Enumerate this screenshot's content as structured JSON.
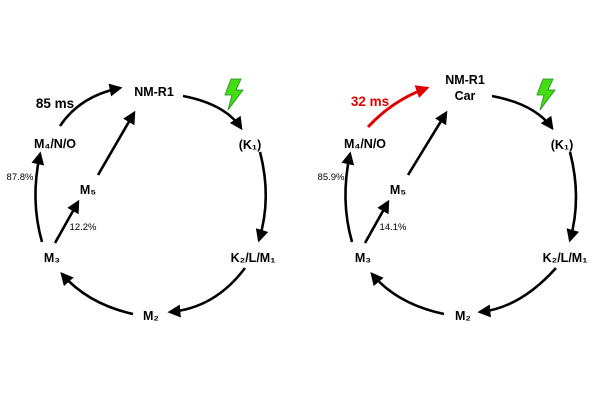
{
  "colors": {
    "arrow": "#000000",
    "highlight": "#e00000",
    "bolt": "#44dd11",
    "bolt_stroke": "#1a8a1a"
  },
  "icons": {
    "light": "lightning-bolt-icon"
  },
  "left": {
    "top": "NM-R1",
    "k1": "(K₁)",
    "k2": "K₂/L/M₁",
    "m2": "M₂",
    "m3": "M₃",
    "m5": "M₅",
    "m4": "M₄/N/O",
    "time": "85 ms",
    "pct_m4": "87.8%",
    "pct_m5": "12.2%"
  },
  "right": {
    "top": "NM-R1",
    "top2": "Car",
    "k1": "(K₁)",
    "k2": "K₂/L/M₁",
    "m2": "M₂",
    "m3": "M₃",
    "m5": "M₅",
    "m4": "M₄/N/O",
    "time": "32 ms",
    "pct_m4": "85.9%",
    "pct_m5": "14.1%"
  }
}
